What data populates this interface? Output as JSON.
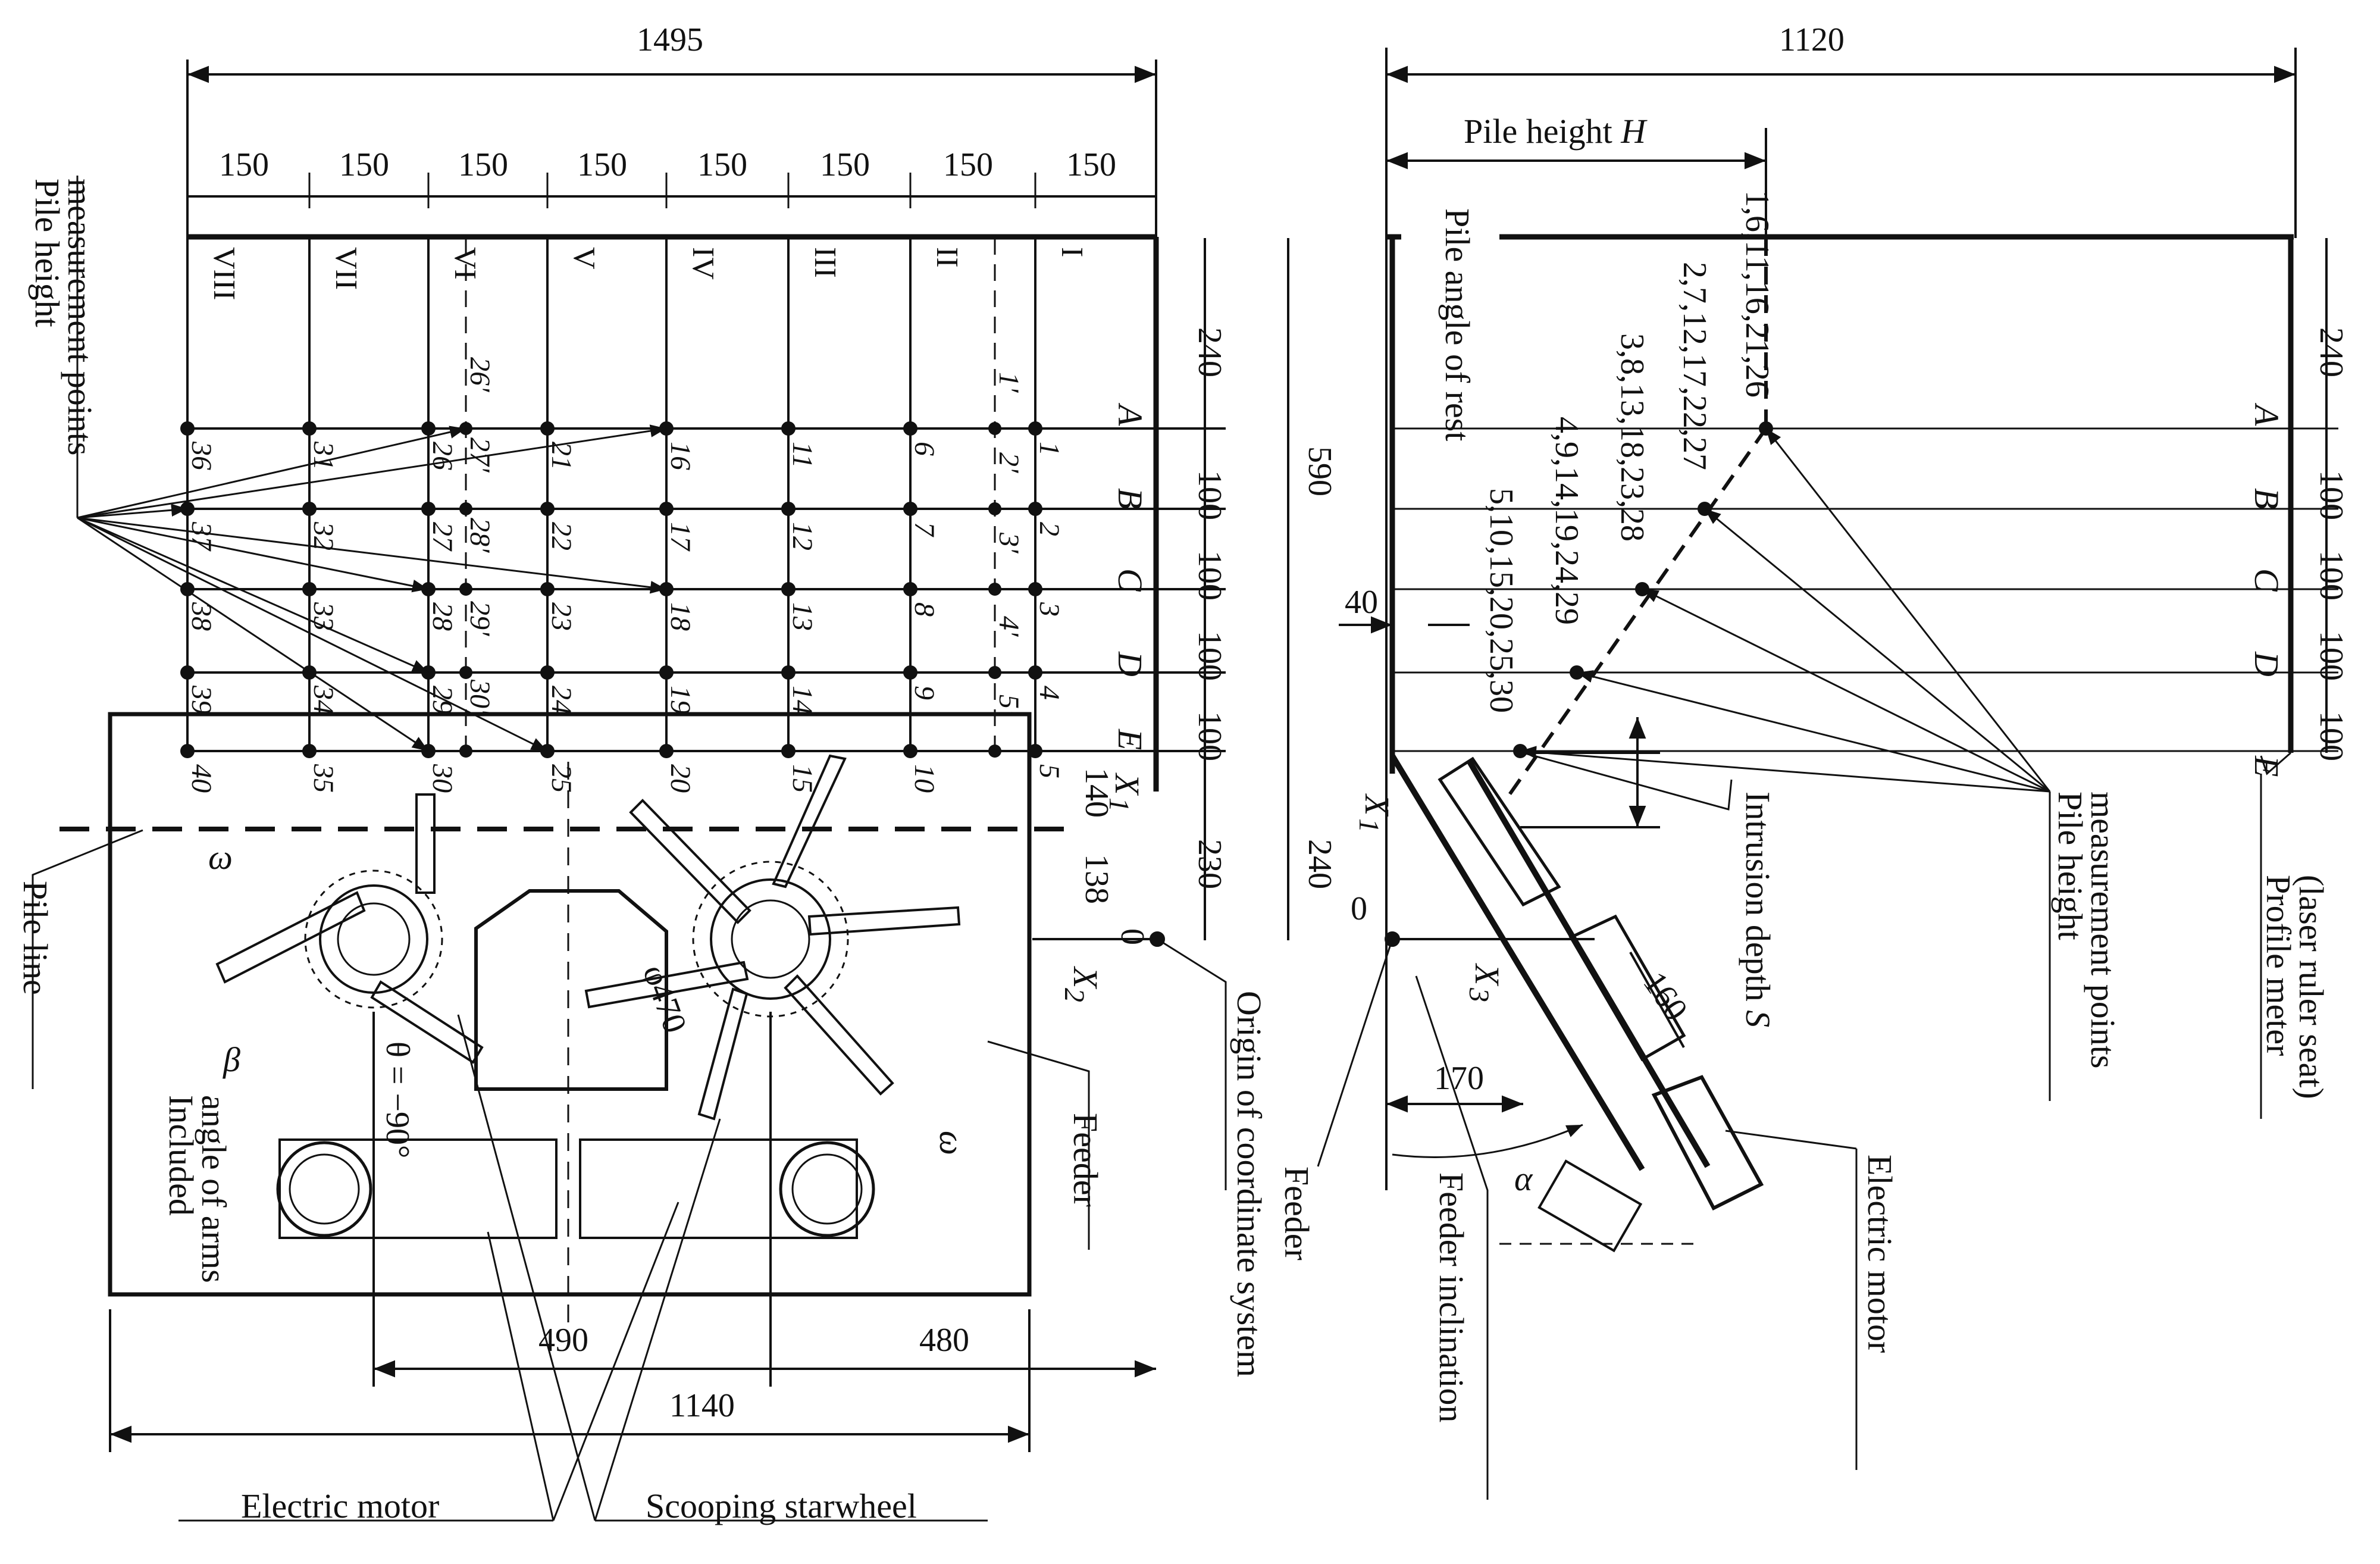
{
  "dims": {
    "total_width": "1495",
    "segments": [
      "150",
      "150",
      "150",
      "150",
      "150",
      "150",
      "150",
      "150"
    ],
    "right_width": "1120",
    "pile_height": "Pile height",
    "pile_height_var": "H",
    "v240": "240",
    "v100": "100",
    "v140": "140",
    "v230": "230",
    "v138": "138",
    "v0": "0",
    "v590": "590",
    "v40": "40",
    "v160": "160",
    "v170": "170",
    "b490": "490",
    "b480": "480",
    "b1140": "1140",
    "phi470": "φ470",
    "theta": "θ = −90°"
  },
  "sections": [
    "VIII",
    "VII",
    "VI",
    "V",
    "IV",
    "III",
    "II",
    "I"
  ],
  "rows": [
    "A",
    "B",
    "C",
    "D",
    "E"
  ],
  "points": [
    [
      "36",
      "37",
      "38",
      "39",
      "40"
    ],
    [
      "31",
      "32",
      "33",
      "34",
      "35"
    ],
    [
      "26",
      "27",
      "28",
      "29",
      "30"
    ],
    [
      "21",
      "22",
      "23",
      "24",
      "25"
    ],
    [
      "16",
      "17",
      "18",
      "19",
      "20"
    ],
    [
      "11",
      "12",
      "13",
      "14",
      "15"
    ],
    [
      "6",
      "7",
      "8",
      "9",
      "10"
    ],
    [
      "1",
      "2",
      "3",
      "4",
      "5"
    ]
  ],
  "primed_26": [
    "26′",
    "27′",
    "28′",
    "29′",
    "30′"
  ],
  "primed_1": [
    "1′",
    "2′",
    "3′",
    "4′",
    "5′"
  ],
  "groups": [
    "1,6,11,16,21,26",
    "2,7,12,17,22,27",
    "3,8,13,18,23,28",
    "4,9,14,19,24,29",
    "5,10,15,20,25,30"
  ],
  "axes": {
    "x1": "X",
    "x1_sub": "1",
    "x2": "X",
    "x2_sub": "2",
    "x3": "X",
    "x3_sub": "3"
  },
  "greek": {
    "omega": "ω",
    "beta": "β",
    "alpha": "α"
  },
  "labels": {
    "pile_measure_1": "Pile height",
    "pile_measure_2": "measurement points",
    "pile_line": "Pile line",
    "included_1": "Included",
    "included_2": "angle of arms",
    "feeder_left": "Feeder",
    "electric_motor_bottom": "Electric motor",
    "scooping": "Scooping starwheel",
    "origin": "Origin of coordinate system",
    "feeder_right": "Feeder",
    "feeder_incl": "Feeder inclination",
    "electric_motor_right": "Electric motor",
    "intrusion": "Intrusion depth",
    "intrusion_var": "S",
    "pile_angle": "Pile angle of rest",
    "pile_measure_r1": "Pile height",
    "pile_measure_r2": "measurement points",
    "profile_1": "Profile meter",
    "profile_2": "(laser ruler seat)"
  },
  "colors": {
    "ink": "#111111",
    "paper": "#ffffff"
  }
}
